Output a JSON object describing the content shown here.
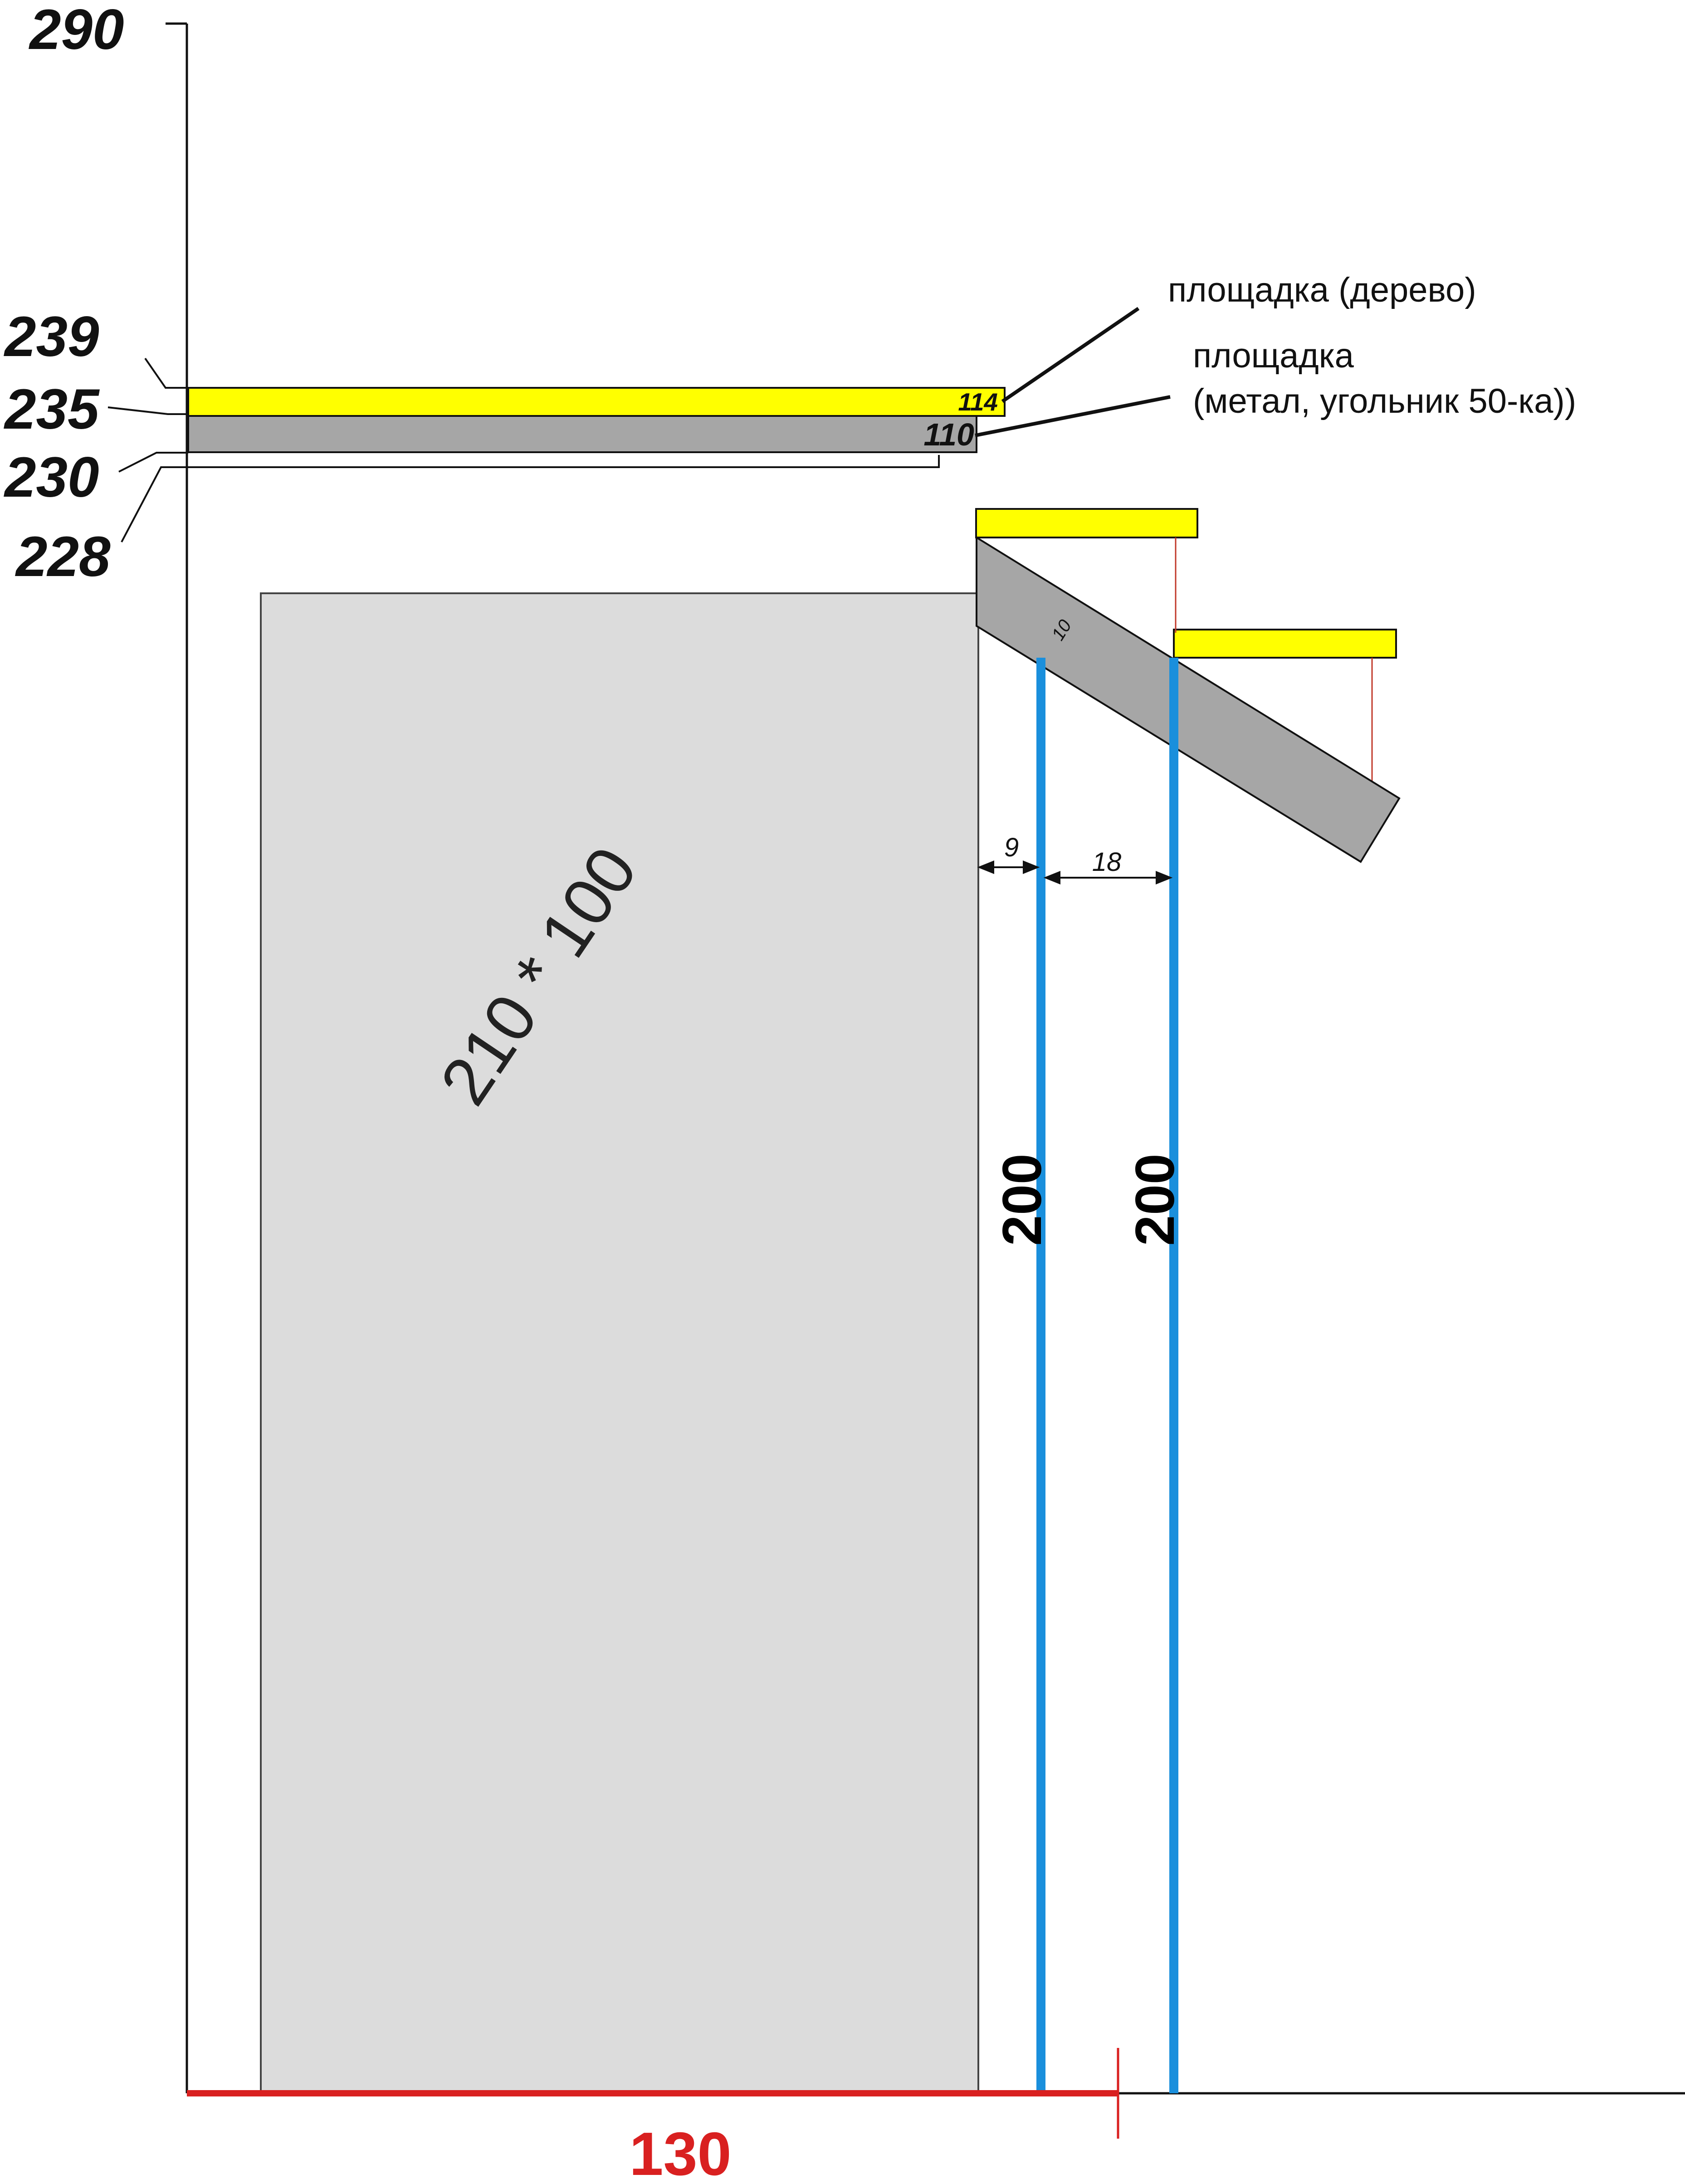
{
  "levels": {
    "top": "290",
    "l239": "239",
    "l235": "235",
    "l230": "230",
    "l228": "228"
  },
  "bars": {
    "wood_len": "114",
    "metal_len": "110"
  },
  "labels": {
    "wood_platform": "площадка (дерево)",
    "metal_platform_line1": "площадка",
    "metal_platform_line2": "(метал, угольник 50-ка))"
  },
  "door": {
    "size": "210 * 100"
  },
  "stair": {
    "thickness": "10"
  },
  "dimensions": {
    "gap_9": "9",
    "gap_18": "18",
    "post_height_1": "200",
    "post_height_2": "200",
    "base_width": "130"
  },
  "colors": {
    "wood": "#ffff00",
    "metal": "#a6a6a6",
    "door": "#dcdcdc",
    "post": "#1a8fdc",
    "base_dimension": "#d92020",
    "lines": "#111111"
  }
}
